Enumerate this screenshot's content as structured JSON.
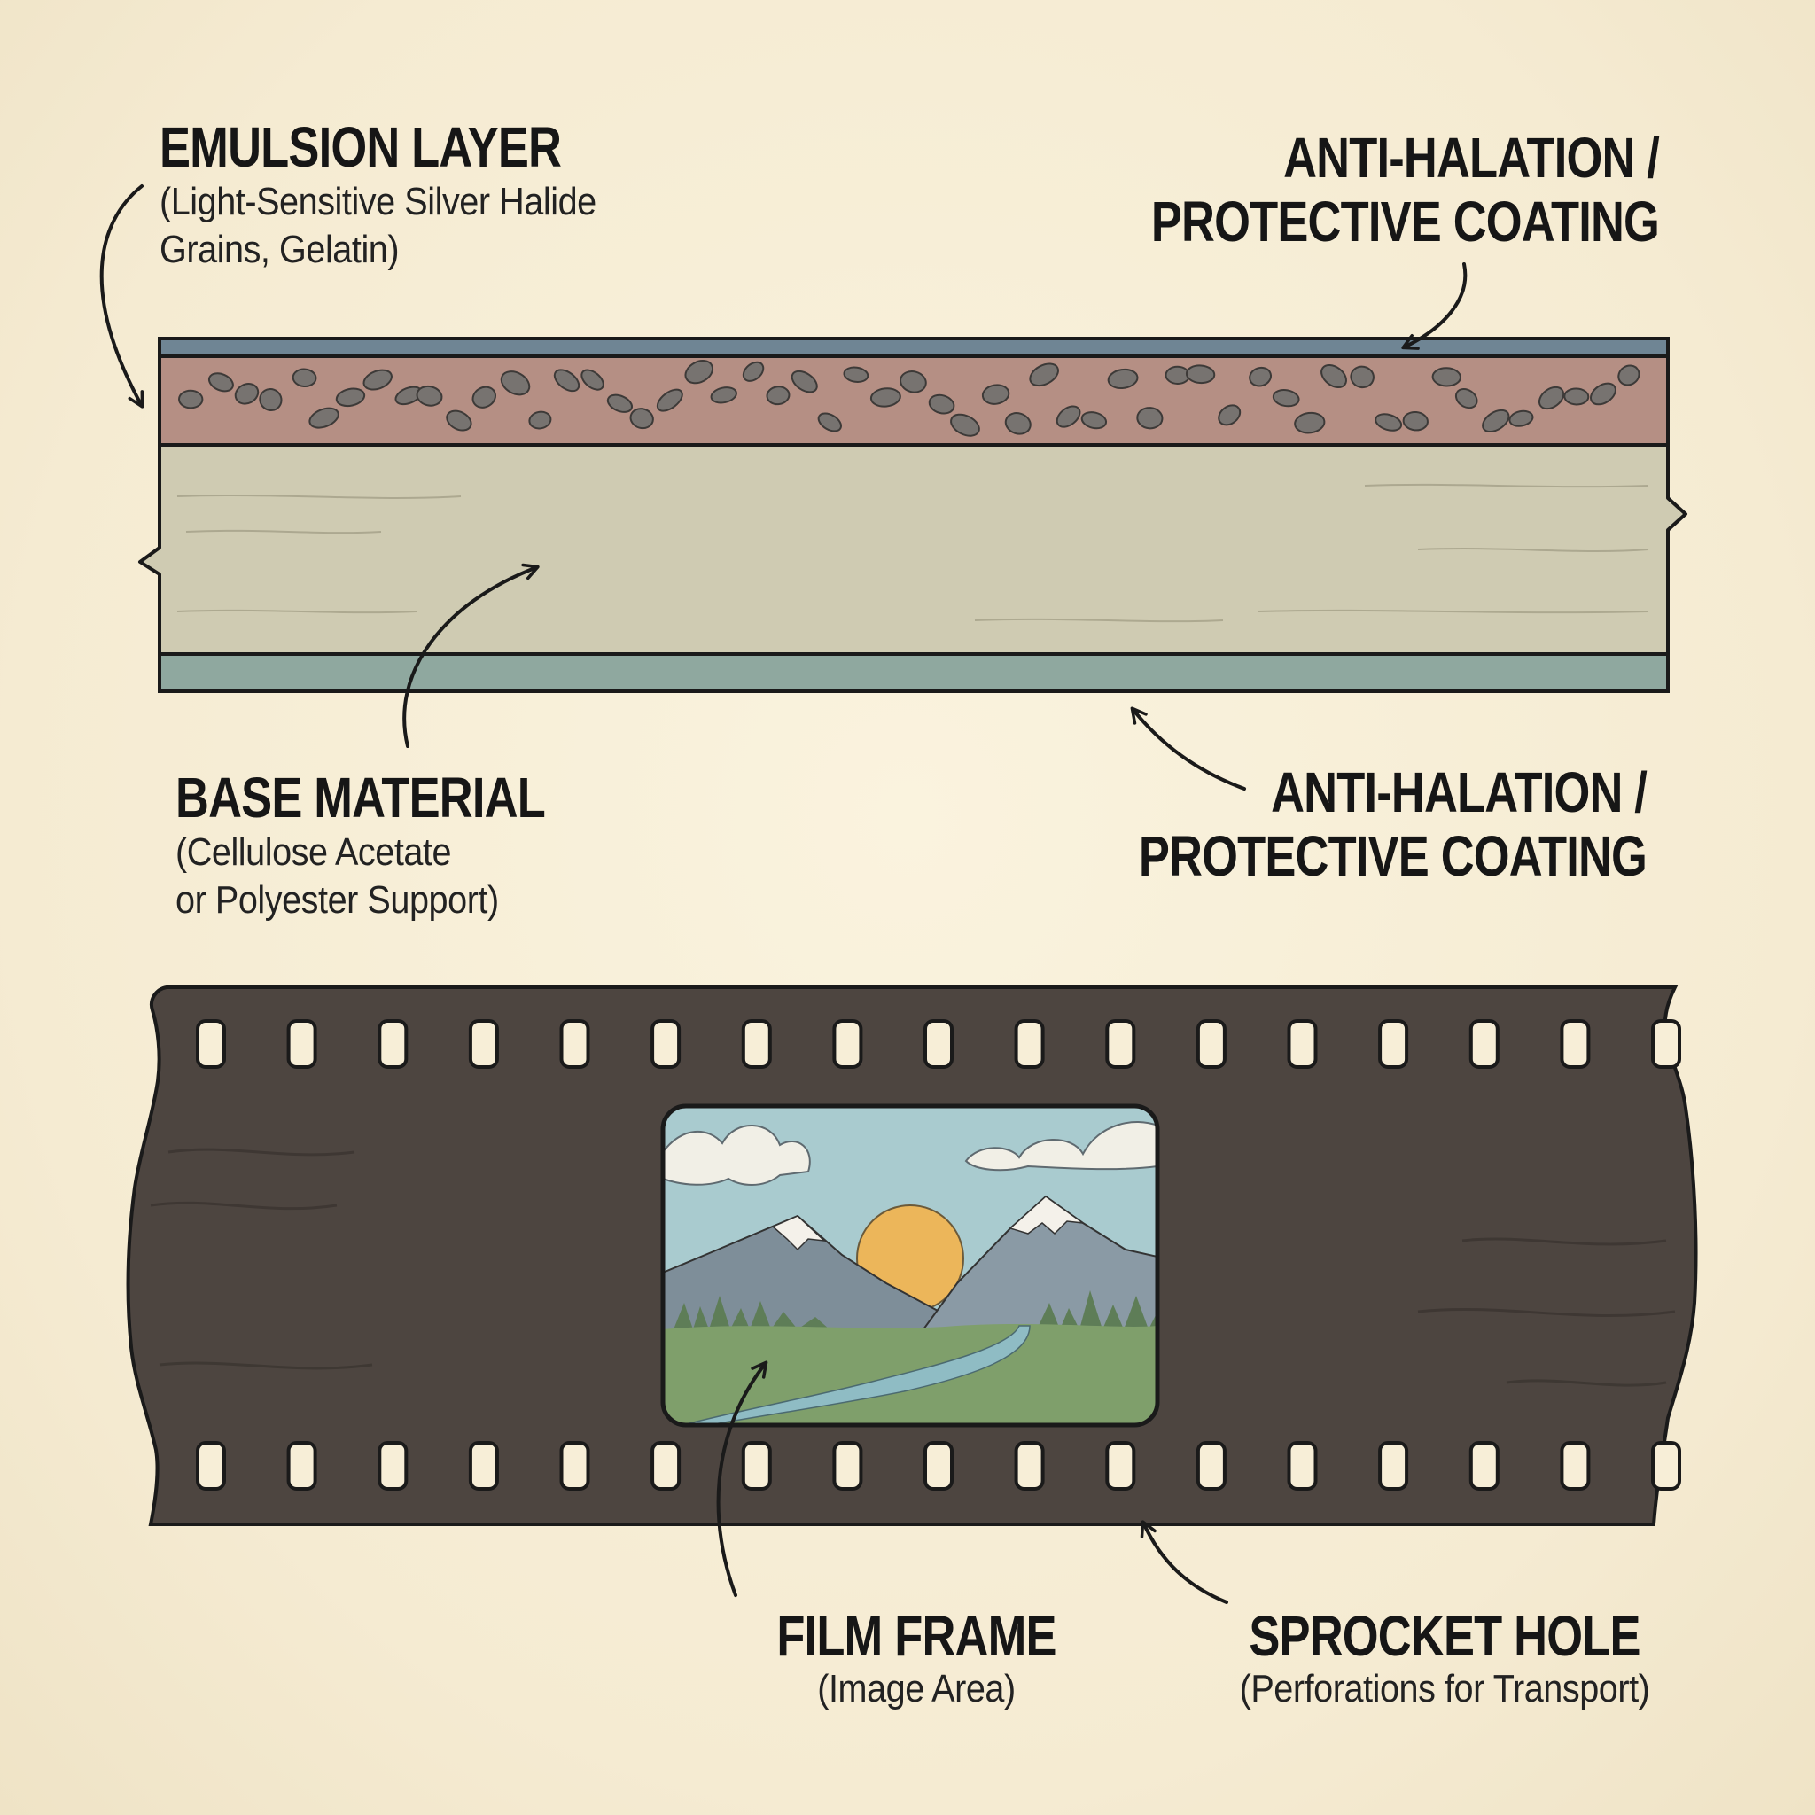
{
  "diagram": {
    "colors": {
      "background": "#f7eed7",
      "ink": "#1a1a1a",
      "top_coating": "#6f8594",
      "emulsion": "#b58f84",
      "grain": "#777370",
      "base": "#cfcbb2",
      "bottom_coating": "#8fa89f",
      "film_strip": "#4d4540",
      "sprocket_hole": "#f7eed7",
      "frame_sky": "#a9cbcf",
      "frame_sun": "#ecb65a",
      "frame_mountain": "#7e8e99",
      "frame_snow": "#f4f1ea",
      "frame_field": "#7f9f6b",
      "frame_river": "#8fbcc4"
    },
    "labels": {
      "emulsion_layer": {
        "title": "EMULSION LAYER",
        "lines": [
          "(Light-Sensitive Silver Halide",
          "Grains, Gelatin)"
        ]
      },
      "top_coating": {
        "lines": [
          "ANTI-HALATION /",
          "PROTECTIVE COATING"
        ]
      },
      "base_material": {
        "title": "BASE MATERIAL",
        "lines": [
          "(Cellulose Acetate",
          "or Polyester Support)"
        ]
      },
      "bottom_coating": {
        "lines": [
          "ANTI-HALATION /",
          "PROTECTIVE COATING"
        ]
      },
      "film_frame": {
        "title": "FILM FRAME",
        "sub": "(Image Area)"
      },
      "sprocket_hole": {
        "title": "SPROCKET HOLE",
        "sub": "(Perforations for Transport)"
      }
    },
    "sprocket_count_per_row": 17
  }
}
